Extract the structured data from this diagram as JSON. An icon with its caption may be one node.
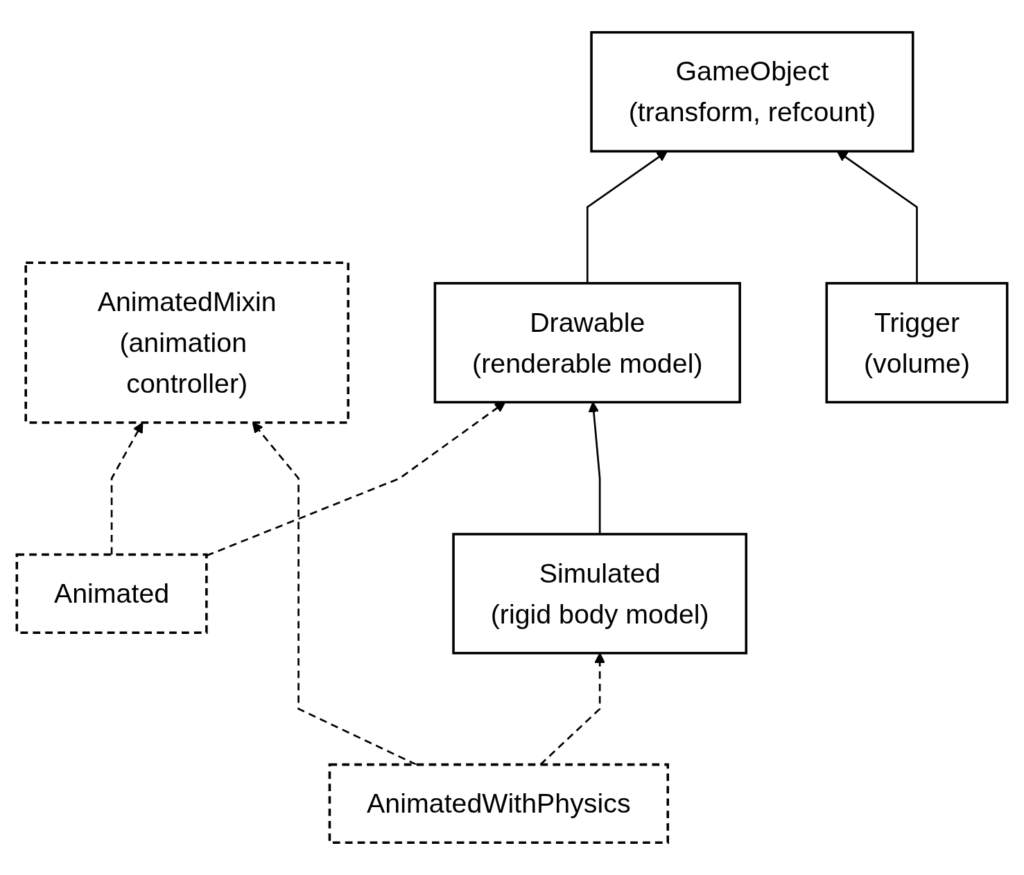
{
  "diagram": {
    "nodes": [
      {
        "text": [
          "GameObject",
          "(transform, refcount)"
        ]
      },
      {
        "text": [
          "AnimatedMixin",
          "(animation controller)"
        ]
      },
      {
        "text": [
          "Drawable",
          "(renderable model)"
        ]
      },
      {
        "text": [
          "Trigger",
          "(volume)"
        ]
      },
      {
        "text": [
          "Animated"
        ]
      },
      {
        "text": [
          "Simulated",
          "(rigid body model)"
        ]
      },
      {
        "text": [
          "AnimatedWithPhysics"
        ]
      }
    ],
    "edges": [
      {
        "from": 2,
        "to": 0,
        "arrow": "to"
      },
      {
        "from": 3,
        "to": 0,
        "arrow": "to"
      },
      {
        "from": 4,
        "to": 2,
        "arrow": "to",
        "style": "dashed"
      },
      {
        "from": 4,
        "to": 1,
        "arrow": "to",
        "style": "dashed"
      },
      {
        "from": 6,
        "to": 1,
        "arrow": "to",
        "style": "dashed"
      },
      {
        "from": 5,
        "to": 2,
        "arrow": "to"
      },
      {
        "from": 6,
        "to": 5,
        "arrow": "to",
        "style": "dashed"
      }
    ]
  }
}
